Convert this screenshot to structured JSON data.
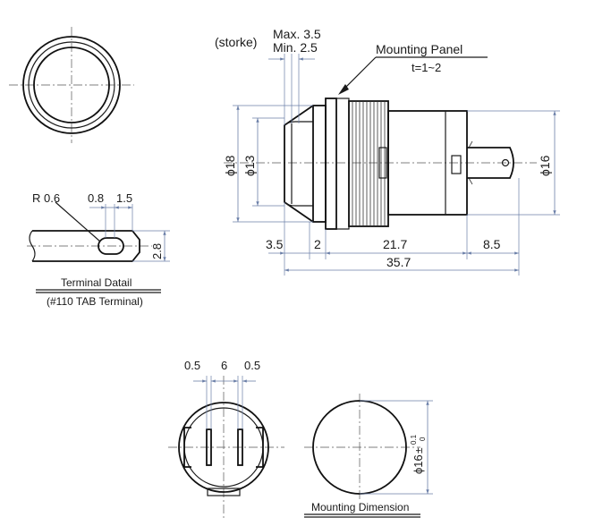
{
  "side_view": {
    "stroke_label": "(storke)",
    "stroke_max": "Max. 3.5",
    "stroke_min": "Min. 2.5",
    "panel_label": "Mounting Panel",
    "panel_thickness": "t=1~2",
    "dim_dia18": "ϕ18",
    "dim_dia13": "ϕ13",
    "dim_dia16": "ϕ16",
    "dim_3_5": "3.5",
    "dim_2": "2",
    "dim_21_7": "21.7",
    "dim_8_5": "8.5",
    "dim_35_7": "35.7"
  },
  "terminal": {
    "r_label": "R 0.6",
    "dim_0_8": "0.8",
    "dim_1_5": "1.5",
    "dim_2_8": "2.8",
    "title": "Terminal Datail",
    "subtitle": "(#110 TAB Terminal)"
  },
  "bottom_view": {
    "dim_left": "0.5",
    "dim_mid": "6",
    "dim_right": "0.5"
  },
  "mounting": {
    "dia_label": "ϕ16",
    "tol_upper": "0.1",
    "tol_lower": "0",
    "title": "Mounting Dimension"
  }
}
